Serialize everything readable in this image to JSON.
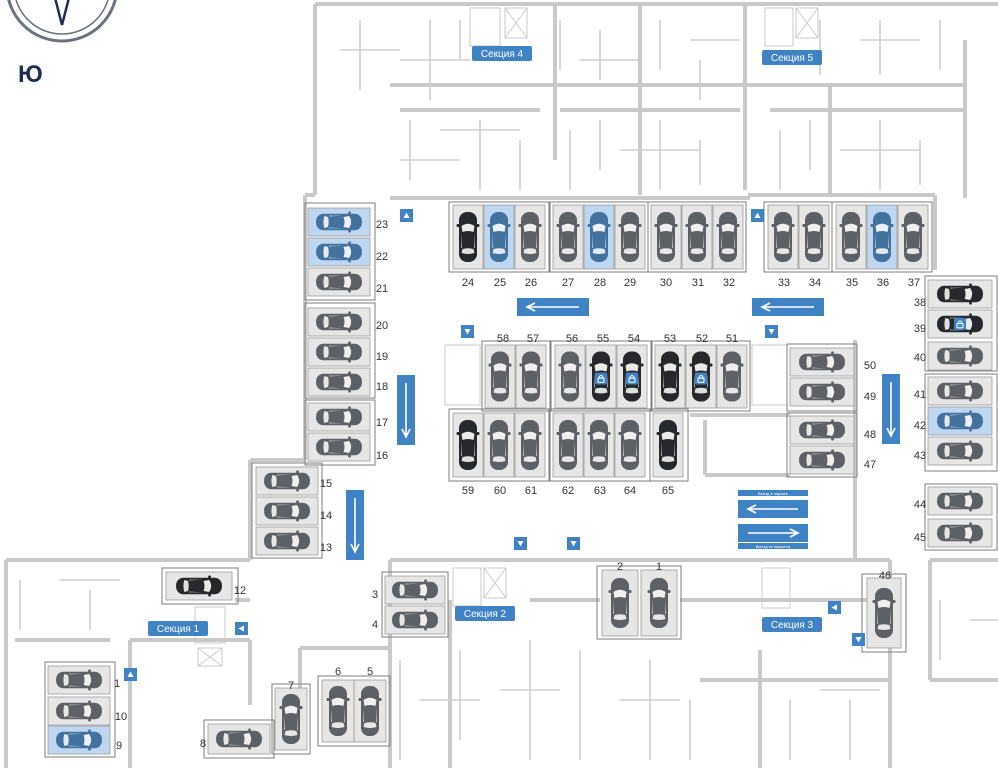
{
  "compass": {
    "letter": "Ю"
  },
  "colors": {
    "background": "#ffffff",
    "wall": "#c9c9c9",
    "spot_bg": "#e6e6e6",
    "spot_highlight": "#bfd6f1",
    "car_grey": "#5d6166",
    "car_dark": "#26282c",
    "car_blue": "#43729f",
    "accent_blue": "#3f83c4",
    "label_text": "#333333"
  },
  "sections": [
    {
      "id": "s1",
      "label": "Секция 1"
    },
    {
      "id": "s2",
      "label": "Секция 2"
    },
    {
      "id": "s3",
      "label": "Секция 3"
    },
    {
      "id": "s4",
      "label": "Секция 4"
    },
    {
      "id": "s5",
      "label": "Секция 5"
    }
  ],
  "direction_signs": {
    "entry": "Въезд в паркинг",
    "exit": "Выезд из паркинга"
  },
  "spots": [
    {
      "number": "1",
      "car": "grey"
    },
    {
      "number": "2",
      "car": "grey"
    },
    {
      "number": "3",
      "car": "grey"
    },
    {
      "number": "4",
      "car": "grey"
    },
    {
      "number": "5",
      "car": "grey"
    },
    {
      "number": "6",
      "car": "grey"
    },
    {
      "number": "7",
      "car": "grey"
    },
    {
      "number": "8",
      "car": "grey"
    },
    {
      "number": "9",
      "car": "blue",
      "highlight": true
    },
    {
      "number": "10",
      "car": "grey"
    },
    {
      "number": "1",
      "car": "grey"
    },
    {
      "number": "12",
      "car": "dark"
    },
    {
      "number": "13",
      "car": "grey"
    },
    {
      "number": "14",
      "car": "grey"
    },
    {
      "number": "15",
      "car": "grey"
    },
    {
      "number": "16",
      "car": "grey"
    },
    {
      "number": "17",
      "car": "grey"
    },
    {
      "number": "18",
      "car": "grey"
    },
    {
      "number": "19",
      "car": "grey"
    },
    {
      "number": "20",
      "car": "grey"
    },
    {
      "number": "21",
      "car": "grey"
    },
    {
      "number": "22",
      "car": "blue",
      "highlight": true
    },
    {
      "number": "23",
      "car": "blue",
      "highlight": true
    },
    {
      "number": "24",
      "car": "dark"
    },
    {
      "number": "25",
      "car": "blue",
      "highlight": true
    },
    {
      "number": "26",
      "car": "grey"
    },
    {
      "number": "27",
      "car": "grey"
    },
    {
      "number": "28",
      "car": "blue",
      "highlight": true
    },
    {
      "number": "29",
      "car": "grey"
    },
    {
      "number": "30",
      "car": "grey"
    },
    {
      "number": "31",
      "car": "grey"
    },
    {
      "number": "32",
      "car": "grey"
    },
    {
      "number": "33",
      "car": "grey"
    },
    {
      "number": "34",
      "car": "grey"
    },
    {
      "number": "35",
      "car": "grey"
    },
    {
      "number": "36",
      "car": "blue",
      "highlight": true
    },
    {
      "number": "37",
      "car": "grey"
    },
    {
      "number": "38",
      "car": "dark"
    },
    {
      "number": "39",
      "car": "dark",
      "locked": true
    },
    {
      "number": "40",
      "car": "grey"
    },
    {
      "number": "41",
      "car": "grey"
    },
    {
      "number": "42",
      "car": "blue",
      "highlight": true
    },
    {
      "number": "43",
      "car": "grey"
    },
    {
      "number": "44",
      "car": "grey"
    },
    {
      "number": "45",
      "car": "grey"
    },
    {
      "number": "46",
      "car": "grey"
    },
    {
      "number": "47",
      "car": "grey"
    },
    {
      "number": "48",
      "car": "grey"
    },
    {
      "number": "49",
      "car": "grey"
    },
    {
      "number": "50",
      "car": "grey"
    },
    {
      "number": "51",
      "car": "grey"
    },
    {
      "number": "52",
      "car": "dark",
      "locked": true
    },
    {
      "number": "53",
      "car": "dark"
    },
    {
      "number": "54",
      "car": "dark",
      "locked": true
    },
    {
      "number": "55",
      "car": "dark",
      "locked": true
    },
    {
      "number": "56",
      "car": "grey"
    },
    {
      "number": "57",
      "car": "grey"
    },
    {
      "number": "58",
      "car": "grey"
    },
    {
      "number": "59",
      "car": "dark"
    },
    {
      "number": "60",
      "car": "grey"
    },
    {
      "number": "61",
      "car": "grey"
    },
    {
      "number": "62",
      "car": "grey"
    },
    {
      "number": "63",
      "car": "grey"
    },
    {
      "number": "64",
      "car": "grey"
    },
    {
      "number": "65",
      "car": "dark"
    }
  ]
}
